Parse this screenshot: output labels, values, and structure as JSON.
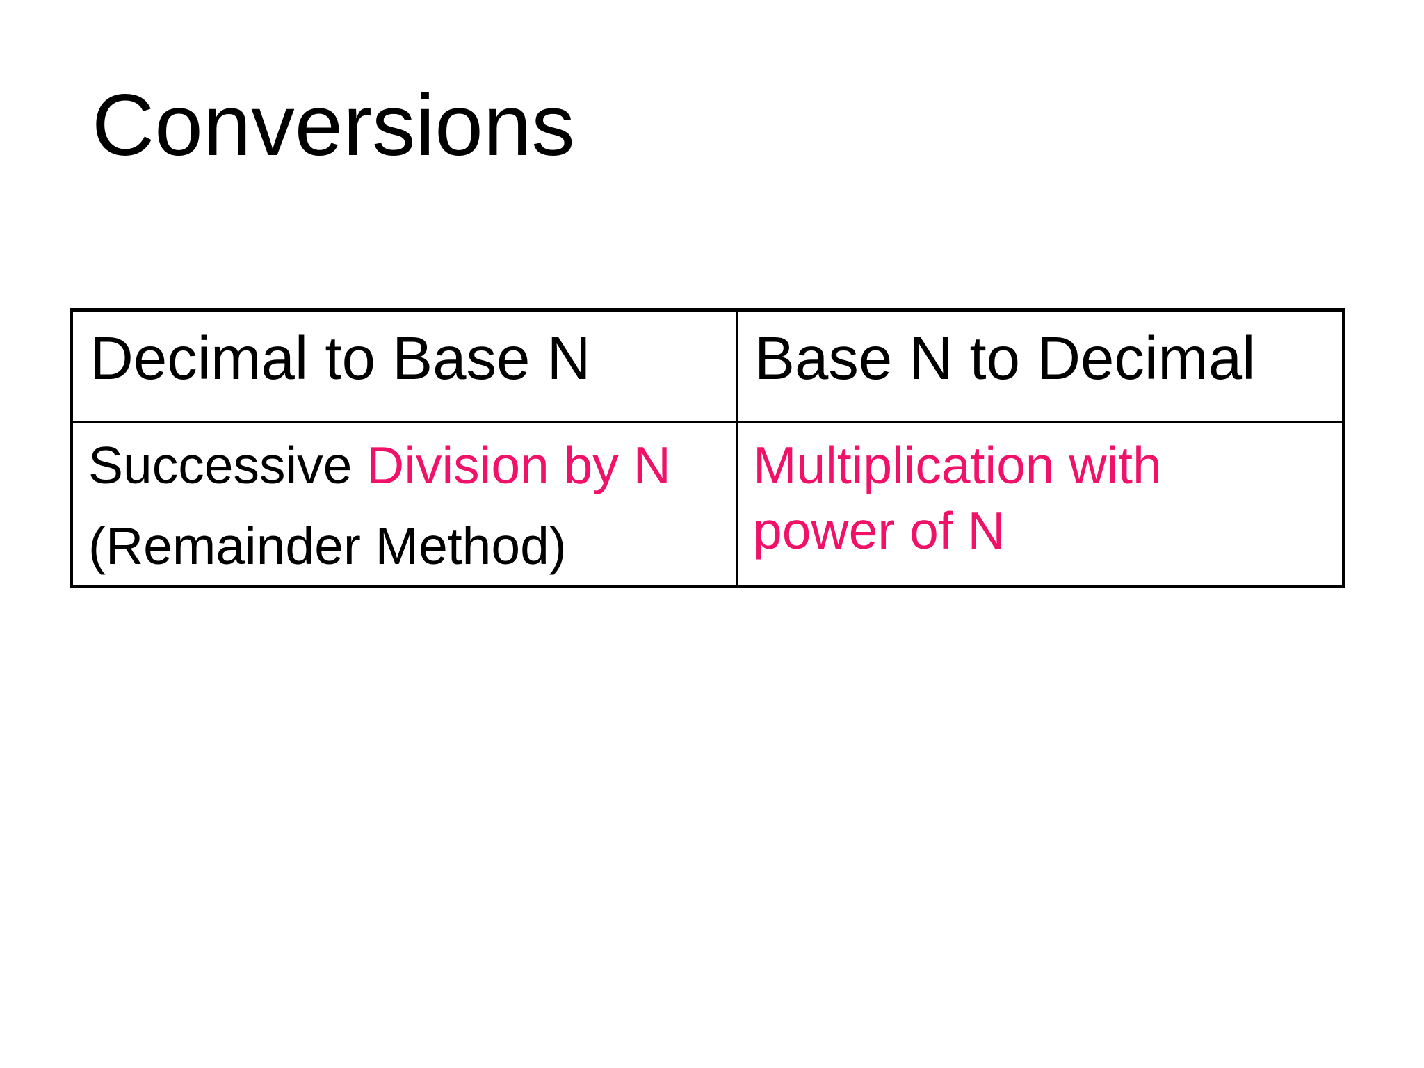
{
  "title": "Conversions",
  "colors": {
    "accent_pink": "#F01168",
    "text_black": "#000000",
    "border_black": "#000000",
    "background_white": "#FFFFFF"
  },
  "table": {
    "headers": [
      "Decimal to Base N",
      "Base N to Decimal"
    ],
    "body": {
      "left": {
        "line1_black": "Successive ",
        "line1_pink": "Division by N",
        "line2": "(Remainder Method)"
      },
      "right": {
        "line1": "Multiplication with",
        "line2": "power of N"
      }
    }
  }
}
